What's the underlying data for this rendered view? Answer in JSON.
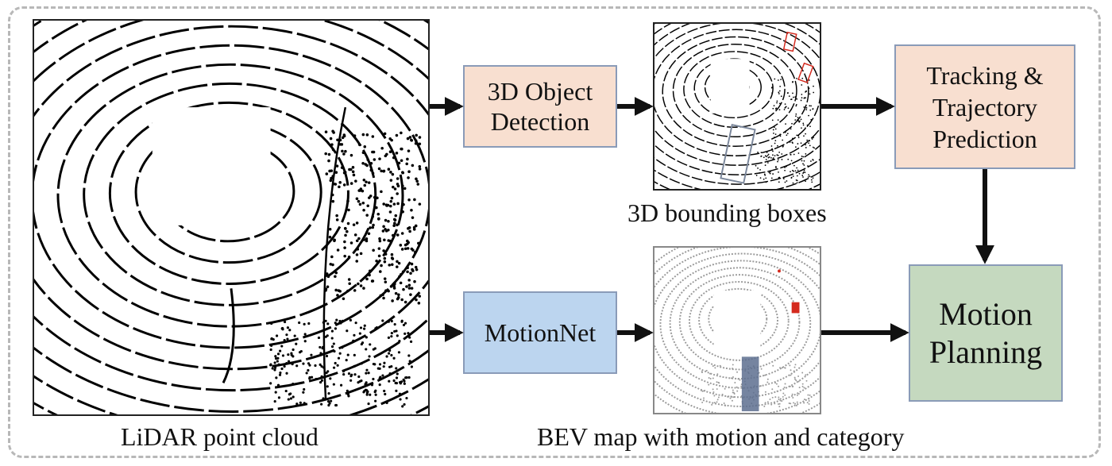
{
  "boxes": {
    "detection": "3D Object\nDetection",
    "tracking": "Tracking &\nTrajectory\nPrediction",
    "motionnet": "MotionNet",
    "planning": "Motion\nPlanning"
  },
  "captions": {
    "lidar": "LiDAR point cloud",
    "bbox": "3D bounding boxes",
    "bev": "BEV map with motion and category"
  },
  "colors": {
    "detection_fill": "#f8dfd0",
    "tracking_fill": "#f8dfd0",
    "motionnet_fill": "#bcd5ef",
    "planning_fill": "#c5d9bf",
    "box_border": "#8a9bb8",
    "arrow": "#111111",
    "bbox_red": "#d42a1e",
    "bbox_blue": "#7b879b",
    "bev_gray": "#9a9a9a",
    "bev_blue": "#5d6e8f",
    "bev_red": "#d42a1e"
  }
}
